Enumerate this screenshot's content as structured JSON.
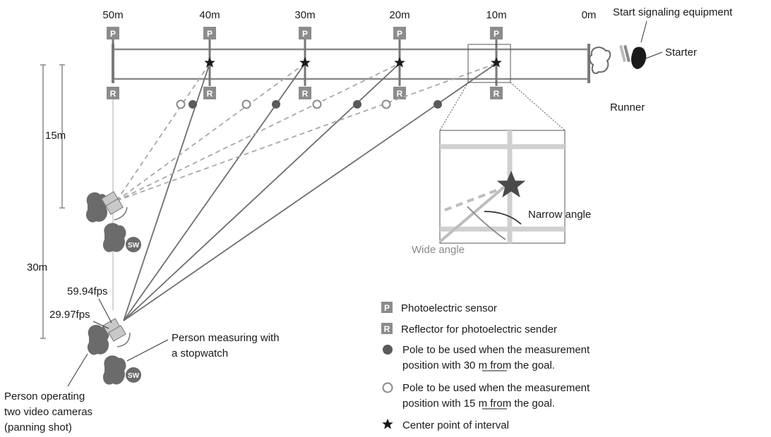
{
  "distances": [
    "50m",
    "40m",
    "30m",
    "20m",
    "10m",
    "0m"
  ],
  "sensor_letter": "P",
  "reflector_letter": "R",
  "stopwatch_badge": "SW",
  "labels": {
    "start_equipment": "Start signaling equipment",
    "starter": "Starter",
    "runner": "Runner",
    "dim_15": "15m",
    "dim_30": "30m",
    "fps_high": "59.94fps",
    "fps_low": "29.97fps",
    "stopwatch_person": [
      "Person measuring with",
      "a stopwatch"
    ],
    "camera_operator": [
      "Person operating",
      "two video cameras",
      "(panning shot)"
    ]
  },
  "zoom_inset": {
    "narrow_angle": "Narrow angle",
    "wide_angle": "Wide angle"
  },
  "legend": [
    {
      "icon": "P",
      "text": "Photoelectric sensor"
    },
    {
      "icon": "R",
      "text": "Reflector for photoelectric sender"
    },
    {
      "icon": "filled-circle",
      "lines": [
        "Pole to be used when the measurement",
        "position with 30 m from the goal."
      ],
      "underline": "30 m"
    },
    {
      "icon": "open-circle",
      "lines": [
        "Pole to be used when the measurement",
        "position with 15 m from the goal."
      ],
      "underline": "15 m"
    },
    {
      "icon": "star",
      "text": "Center point of interval"
    }
  ],
  "colors": {
    "line": "#808080",
    "dark": "#555555",
    "sensor_box": "#8c8c8c",
    "person": "#6b6b6b"
  }
}
